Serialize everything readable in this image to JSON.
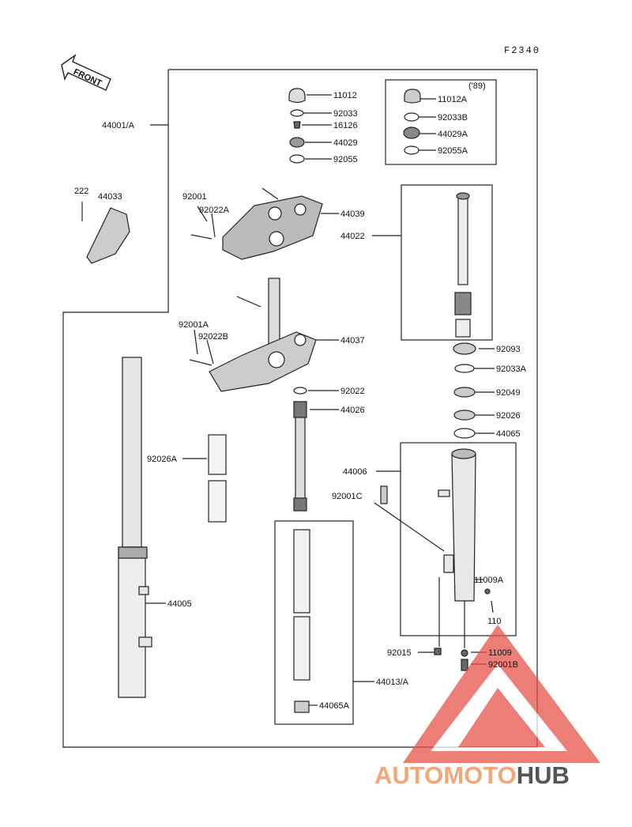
{
  "diagram_code": "F2340",
  "front_label": "FRONT",
  "year_note": "('89)",
  "watermark": {
    "part1": "AUTOMOTO",
    "part2": "HUB",
    "accent": "#e8534a",
    "dark": "#555555"
  },
  "labels": {
    "p11012": "11012",
    "p92033": "92033",
    "p16126": "16126",
    "p44029": "44029",
    "p92055": "92055",
    "p11012A": "11012A",
    "p92033B": "92033B",
    "p44029A": "44029A",
    "p92055A": "92055A",
    "p44001A": "44001/A",
    "p222": "222",
    "p44033": "44033",
    "p92001": "92001",
    "p92022A": "92022A",
    "p44039": "44039",
    "p44022": "44022",
    "p92001A": "92001A",
    "p92022B": "92022B",
    "p44037": "44037",
    "p92093": "92093",
    "p92033A": "92033A",
    "p92022": "92022",
    "p92049": "92049",
    "p44026": "44026",
    "p92026": "92026",
    "p44065": "44065",
    "p92026A": "92026A",
    "p44006": "44006",
    "p92001C": "92001C",
    "p44005": "44005",
    "p11009A": "11009A",
    "p110": "110",
    "p92015": "92015",
    "p11009": "11009",
    "p92001B": "92001B",
    "p44013A": "44013/A",
    "p44065A": "44065A"
  }
}
